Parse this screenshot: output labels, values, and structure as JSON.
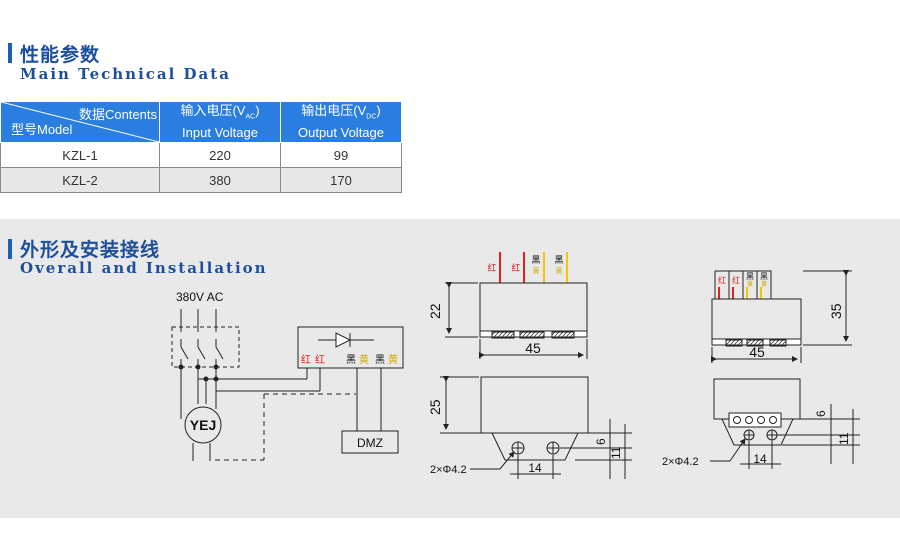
{
  "spec_section": {
    "title_cn": "性能参数",
    "title_en": "Main Technical Data"
  },
  "spec_table": {
    "header": {
      "contents_label": "数据Contents",
      "model_label": "型号Model",
      "input_cn_prefix": "输入电压(V",
      "input_sub": "AC",
      "input_cn_suffix": ")",
      "input_en": "Input Voltage",
      "output_cn_prefix": "输出电压(V",
      "output_sub": "DC",
      "output_cn_suffix": ")",
      "output_en": "Output Voltage"
    },
    "rows": [
      {
        "model": "KZL-1",
        "input": "220",
        "output": "99"
      },
      {
        "model": "KZL-2",
        "input": "380",
        "output": "170"
      }
    ]
  },
  "install_section": {
    "title_cn": "外形及安装接线",
    "title_en": "Overall and Installation"
  },
  "wiring": {
    "supply": "380V AC",
    "motor": "YEJ",
    "brake": "DMZ",
    "terminals": [
      "红",
      "红",
      "黑",
      "黄",
      "黑",
      "黄"
    ]
  },
  "dim_left": {
    "wires": [
      "红",
      "红",
      "黑",
      "黄",
      "黑",
      "黄"
    ],
    "height_top": "22",
    "width": "45",
    "height_side": "25",
    "dim_a": "6",
    "dim_b": "11",
    "hole_pitch": "14",
    "holes": "2×Φ4.2"
  },
  "dim_right": {
    "wires": [
      "红",
      "红",
      "黑",
      "黄",
      "黑",
      "黄"
    ],
    "height": "35",
    "width": "45",
    "dim_a": "6",
    "dim_b": "11",
    "hole_pitch": "14",
    "holes": "2×Φ4.2"
  },
  "colors": {
    "accent": "#2a7ee0",
    "title": "#1d4f9a",
    "wire_red": "#e02020",
    "wire_yellow": "#f5c800",
    "section_bg": "#e9e9e9"
  }
}
